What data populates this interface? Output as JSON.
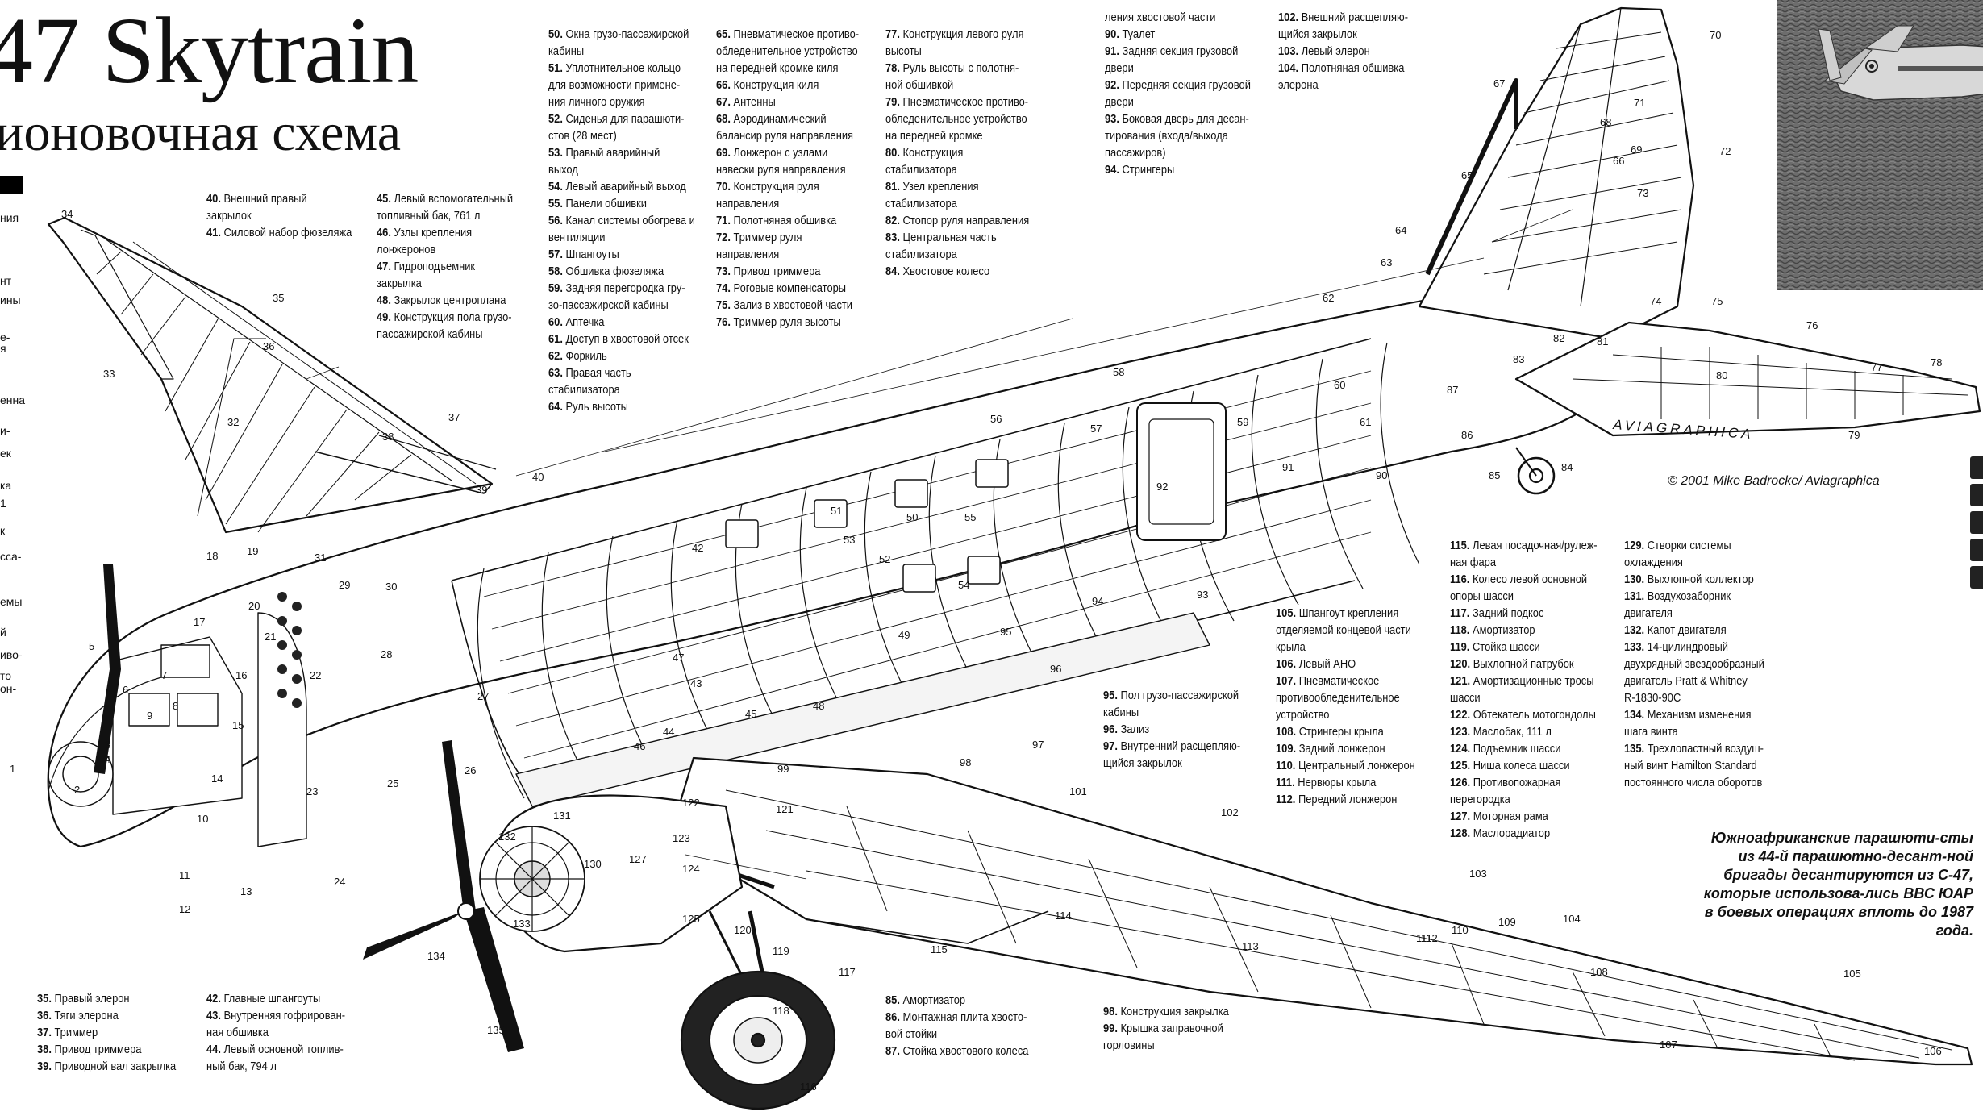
{
  "header": {
    "title": "47 Skytrain",
    "subtitle": "ионовочная схема"
  },
  "legend_top": {
    "col1": [
      {
        "num": "40.",
        "text": "Внешний правый"
      },
      {
        "num": "",
        "text": "закрылок"
      },
      {
        "num": "41.",
        "text": "Силовой набор фюзеляжа"
      }
    ],
    "col2": [
      {
        "num": "45.",
        "text": "Левый вспомогательный"
      },
      {
        "num": "",
        "text": "топливный бак, 761 л"
      },
      {
        "num": "46.",
        "text": "Узлы крепления"
      },
      {
        "num": "",
        "text": "лонжеронов"
      },
      {
        "num": "47.",
        "text": "Гидроподъемник"
      },
      {
        "num": "",
        "text": "закрылка"
      },
      {
        "num": "48.",
        "text": "Закрылок центроплана"
      },
      {
        "num": "49.",
        "text": "Конструкция пола грузо-"
      },
      {
        "num": "",
        "text": "пассажирской кабины"
      }
    ],
    "col3": [
      {
        "num": "50.",
        "text": "Окна грузо-пассажирской"
      },
      {
        "num": "",
        "text": "кабины"
      },
      {
        "num": "51.",
        "text": "Уплотнительное кольцо"
      },
      {
        "num": "",
        "text": "для возможности примене-"
      },
      {
        "num": "",
        "text": "ния личного оружия"
      },
      {
        "num": "52.",
        "text": "Сиденья для парашюти-"
      },
      {
        "num": "",
        "text": "стов (28 мест)"
      },
      {
        "num": "53.",
        "text": "Правый аварийный"
      },
      {
        "num": "",
        "text": "выход"
      },
      {
        "num": "54.",
        "text": "Левый аварийный выход"
      },
      {
        "num": "55.",
        "text": "Панели обшивки"
      },
      {
        "num": "56.",
        "text": "Канал системы обогрева и"
      },
      {
        "num": "",
        "text": "вентиляции"
      },
      {
        "num": "57.",
        "text": "Шпангоуты"
      },
      {
        "num": "58.",
        "text": "Обшивка фюзеляжа"
      },
      {
        "num": "59.",
        "text": "Задняя перегородка гру-"
      },
      {
        "num": "",
        "text": "зо-пассажирской кабины"
      },
      {
        "num": "60.",
        "text": "Аптечка"
      },
      {
        "num": "61.",
        "text": "Доступ в хвостовой отсек"
      },
      {
        "num": "62.",
        "text": "Форкиль"
      },
      {
        "num": "63.",
        "text": "Правая часть"
      },
      {
        "num": "",
        "text": "стабилизатора"
      },
      {
        "num": "64.",
        "text": "Руль высоты"
      }
    ],
    "col4": [
      {
        "num": "65.",
        "text": "Пневматическое противо-"
      },
      {
        "num": "",
        "text": "обледенительное устройство"
      },
      {
        "num": "",
        "text": "на передней кромке киля"
      },
      {
        "num": "66.",
        "text": "Конструкция киля"
      },
      {
        "num": "67.",
        "text": "Антенны"
      },
      {
        "num": "68.",
        "text": "Аэродинамический"
      },
      {
        "num": "",
        "text": "балансир руля направления"
      },
      {
        "num": "69.",
        "text": "Лонжерон с узлами"
      },
      {
        "num": "",
        "text": "навески руля направления"
      },
      {
        "num": "70.",
        "text": "Конструкция руля"
      },
      {
        "num": "",
        "text": "направления"
      },
      {
        "num": "71.",
        "text": "Полотняная обшивка"
      },
      {
        "num": "72.",
        "text": "Триммер руля"
      },
      {
        "num": "",
        "text": "направления"
      },
      {
        "num": "73.",
        "text": "Привод триммера"
      },
      {
        "num": "74.",
        "text": "Роговые компенсаторы"
      },
      {
        "num": "75.",
        "text": "Зализ в хвостовой части"
      },
      {
        "num": "76.",
        "text": "Триммер руля высоты"
      }
    ],
    "col5": [
      {
        "num": "77.",
        "text": "Конструкция левого руля"
      },
      {
        "num": "",
        "text": "высоты"
      },
      {
        "num": "78.",
        "text": "Руль высоты с полотня-"
      },
      {
        "num": "",
        "text": "ной обшивкой"
      },
      {
        "num": "79.",
        "text": "Пневматическое противо-"
      },
      {
        "num": "",
        "text": "обледенительное устройство"
      },
      {
        "num": "",
        "text": "на передней кромке"
      },
      {
        "num": "80.",
        "text": "Конструкция"
      },
      {
        "num": "",
        "text": "стабилизатора"
      },
      {
        "num": "81.",
        "text": "Узел крепления"
      },
      {
        "num": "",
        "text": "стабилизатора"
      },
      {
        "num": "82.",
        "text": "Стопор руля направления"
      },
      {
        "num": "83.",
        "text": "Центральная часть"
      },
      {
        "num": "",
        "text": "стабилизатора"
      },
      {
        "num": "84.",
        "text": "Хвостовое колесо"
      }
    ],
    "col6": [
      {
        "num": "",
        "text": "ления хвостовой части"
      },
      {
        "num": "90.",
        "text": "Туалет"
      },
      {
        "num": "91.",
        "text": "Задняя секция грузовой"
      },
      {
        "num": "",
        "text": "двери"
      },
      {
        "num": "92.",
        "text": "Передняя секция грузовой"
      },
      {
        "num": "",
        "text": "двери"
      },
      {
        "num": "93.",
        "text": "Боковая дверь для десан-"
      },
      {
        "num": "",
        "text": "тирования (входа/выхода"
      },
      {
        "num": "",
        "text": "пассажиров)"
      },
      {
        "num": "94.",
        "text": "Стрингеры"
      }
    ],
    "col7": [
      {
        "num": "102.",
        "text": "Внешний расщепляю-"
      },
      {
        "num": "",
        "text": "щийся закрылок"
      },
      {
        "num": "103.",
        "text": "Левый элерон"
      },
      {
        "num": "104.",
        "text": "Полотняная обшивка"
      },
      {
        "num": "",
        "text": "элерона"
      }
    ]
  },
  "legend_mid": {
    "col_95": [
      {
        "num": "95.",
        "text": "Пол грузо-пассажирской"
      },
      {
        "num": "",
        "text": "кабины"
      },
      {
        "num": "96.",
        "text": "Зализ"
      },
      {
        "num": "97.",
        "text": "Внутренний расщепляю-"
      },
      {
        "num": "",
        "text": "щийся закрылок"
      }
    ],
    "col_105": [
      {
        "num": "105.",
        "text": "Шпангоут крепления"
      },
      {
        "num": "",
        "text": "отделяемой концевой части"
      },
      {
        "num": "",
        "text": "крыла"
      },
      {
        "num": "106.",
        "text": "Левый АНО"
      },
      {
        "num": "107.",
        "text": "Пневматическое"
      },
      {
        "num": "",
        "text": "противообледенительное"
      },
      {
        "num": "",
        "text": "устройство"
      },
      {
        "num": "108.",
        "text": "Стрингеры крыла"
      },
      {
        "num": "109.",
        "text": "Задний лонжерон"
      },
      {
        "num": "110.",
        "text": "Центральный лонжерон"
      },
      {
        "num": "111.",
        "text": "Нервюры крыла"
      },
      {
        "num": "112.",
        "text": "Передний лонжерон"
      }
    ],
    "col_115": [
      {
        "num": "115.",
        "text": "Левая посадочная/рулеж-"
      },
      {
        "num": "",
        "text": "ная фара"
      },
      {
        "num": "116.",
        "text": "Колесо левой основной"
      },
      {
        "num": "",
        "text": "опоры шасси"
      },
      {
        "num": "117.",
        "text": "Задний подкос"
      },
      {
        "num": "118.",
        "text": "Амортизатор"
      },
      {
        "num": "119.",
        "text": "Стойка шасси"
      },
      {
        "num": "120.",
        "text": "Выхлопной патрубок"
      },
      {
        "num": "121.",
        "text": "Амортизационные тросы"
      },
      {
        "num": "",
        "text": "шасси"
      },
      {
        "num": "122.",
        "text": "Обтекатель мотогондолы"
      },
      {
        "num": "123.",
        "text": "Маслобак, 111 л"
      },
      {
        "num": "124.",
        "text": "Подъемник шасси"
      },
      {
        "num": "125.",
        "text": "Ниша колеса шасси"
      },
      {
        "num": "126.",
        "text": "Противопожарная"
      },
      {
        "num": "",
        "text": "перегородка"
      },
      {
        "num": "127.",
        "text": "Моторная рама"
      },
      {
        "num": "128.",
        "text": "Маслорадиатор"
      }
    ],
    "col_129": [
      {
        "num": "129.",
        "text": "Створки системы"
      },
      {
        "num": "",
        "text": "охлаждения"
      },
      {
        "num": "130.",
        "text": "Выхлопной коллектор"
      },
      {
        "num": "131.",
        "text": "Воздухозаборник"
      },
      {
        "num": "",
        "text": "двигателя"
      },
      {
        "num": "132.",
        "text": "Капот двигателя"
      },
      {
        "num": "133.",
        "text": "14-цилиндровый"
      },
      {
        "num": "",
        "text": "двухрядный звездообразный"
      },
      {
        "num": "",
        "text": "двигатель Pratt & Whitney"
      },
      {
        "num": "",
        "text": "R-1830-90C"
      },
      {
        "num": "134.",
        "text": "Механизм изменения"
      },
      {
        "num": "",
        "text": "шага винта"
      },
      {
        "num": "135.",
        "text": "Трехлопастный воздуш-"
      },
      {
        "num": "",
        "text": "ный винт Hamilton Standard"
      },
      {
        "num": "",
        "text": "постоянного числа оборотов"
      }
    ]
  },
  "legend_bottom": {
    "col_35": [
      {
        "num": "35.",
        "text": "Правый элерон"
      },
      {
        "num": "36.",
        "text": "Тяги элерона"
      },
      {
        "num": "37.",
        "text": "Триммер"
      },
      {
        "num": "38.",
        "text": "Привод триммера"
      },
      {
        "num": "39.",
        "text": "Приводной вал закрылка"
      }
    ],
    "col_42": [
      {
        "num": "42.",
        "text": "Главные шпангоуты"
      },
      {
        "num": "43.",
        "text": "Внутренняя гофрирован-"
      },
      {
        "num": "",
        "text": "ная обшивка"
      },
      {
        "num": "44.",
        "text": "Левый основной топлив-"
      },
      {
        "num": "",
        "text": "ный бак, 794 л"
      }
    ],
    "col_85": [
      {
        "num": "85.",
        "text": "Амортизатор"
      },
      {
        "num": "86.",
        "text": "Монтажная плита хвосто-"
      },
      {
        "num": "",
        "text": "вой стойки"
      },
      {
        "num": "87.",
        "text": "Стойка хвостового колеса"
      }
    ],
    "col_98": [
      {
        "num": "98.",
        "text": "Конструкция закрылка"
      },
      {
        "num": "99.",
        "text": "Крышка заправочной"
      },
      {
        "num": "",
        "text": "горловины"
      }
    ]
  },
  "credit": "© 2001 Mike Badrocke/ Aviagraphica",
  "caption": "Южноафриканские парашюти-сты из 44-й парашютно-десант-ной бригады десантируются из С-47, которые использова-лись ВВС ЮАР в боевых операциях вплоть до 1987 года.",
  "diagram_watermark": "AVIAGRAPHICA",
  "left_edge_fragments": [
    "ния",
    "нт",
    "ины",
    "е-",
    "я",
    "енна",
    "и-",
    "ек",
    "ка",
    "1",
    "к",
    "сса-",
    "емы",
    "й",
    "иво-",
    "то",
    "он-"
  ],
  "callouts": [
    "1",
    "2",
    "3",
    "4",
    "5",
    "6",
    "7",
    "8",
    "9",
    "10",
    "11",
    "12",
    "13",
    "14",
    "15",
    "16",
    "17",
    "18",
    "19",
    "20",
    "21",
    "22",
    "23",
    "24",
    "25",
    "26",
    "27",
    "28",
    "29",
    "30",
    "31",
    "32",
    "33",
    "34",
    "35",
    "36",
    "37",
    "38",
    "39",
    "40",
    "42",
    "43",
    "44",
    "45",
    "46",
    "47",
    "48",
    "49",
    "50",
    "51",
    "52",
    "53",
    "54",
    "55",
    "56",
    "57",
    "58",
    "59",
    "60",
    "61",
    "62",
    "63",
    "64",
    "65",
    "66",
    "67",
    "68",
    "69",
    "70",
    "71",
    "72",
    "73",
    "74",
    "75",
    "76",
    "77",
    "78",
    "79",
    "80",
    "81",
    "82",
    "83",
    "84",
    "85",
    "86",
    "87",
    "90",
    "91",
    "92",
    "93",
    "94",
    "95",
    "96",
    "97",
    "98",
    "99",
    "101",
    "102",
    "103",
    "104",
    "105",
    "106",
    "107",
    "108",
    "109",
    "110",
    "111",
    "112",
    "113",
    "114",
    "115",
    "116",
    "117",
    "118",
    "119",
    "120",
    "121",
    "122",
    "123",
    "124",
    "125",
    "127",
    "130",
    "131",
    "132",
    "133",
    "134",
    "135"
  ],
  "colors": {
    "ink": "#111111",
    "paper": "#ffffff",
    "photo_sea": "#6f6f6f"
  }
}
